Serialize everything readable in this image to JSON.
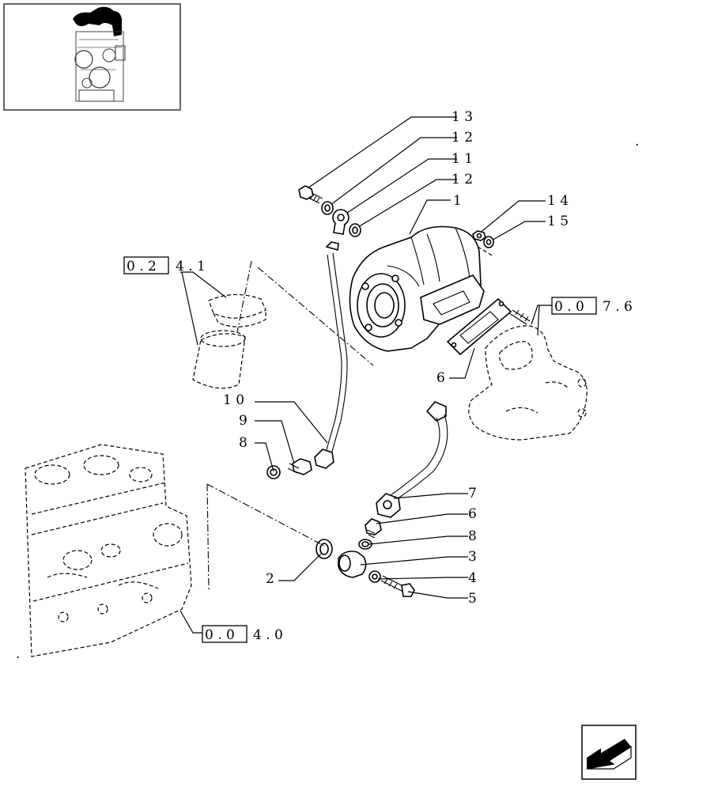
{
  "callouts": [
    {
      "id": "c13a",
      "text": "1 3"
    },
    {
      "id": "c12a",
      "text": "1 2"
    },
    {
      "id": "c11",
      "text": "1 1"
    },
    {
      "id": "c12b",
      "text": "1 2"
    },
    {
      "id": "c1",
      "text": "1"
    },
    {
      "id": "c14",
      "text": "1 4"
    },
    {
      "id": "c15",
      "text": "1 5"
    },
    {
      "id": "c6top",
      "text": "6"
    },
    {
      "id": "c10",
      "text": "1 0"
    },
    {
      "id": "c9",
      "text": "9"
    },
    {
      "id": "c8top",
      "text": "8"
    },
    {
      "id": "c7",
      "text": "7"
    },
    {
      "id": "c6b",
      "text": "6"
    },
    {
      "id": "c8b",
      "text": "8"
    },
    {
      "id": "c3",
      "text": "3"
    },
    {
      "id": "c4",
      "text": "4"
    },
    {
      "id": "c5",
      "text": "5"
    },
    {
      "id": "c2",
      "text": "2"
    }
  ],
  "references": [
    {
      "id": "ref-0241",
      "boxed": "0 . 2",
      "rest": "4 . 1"
    },
    {
      "id": "ref-0076",
      "boxed": "0 . 0",
      "rest": "7 . 6"
    },
    {
      "id": "ref-0040",
      "boxed": "0 . 0",
      "rest": "4 . 0"
    }
  ],
  "dots": [
    ".",
    "."
  ]
}
